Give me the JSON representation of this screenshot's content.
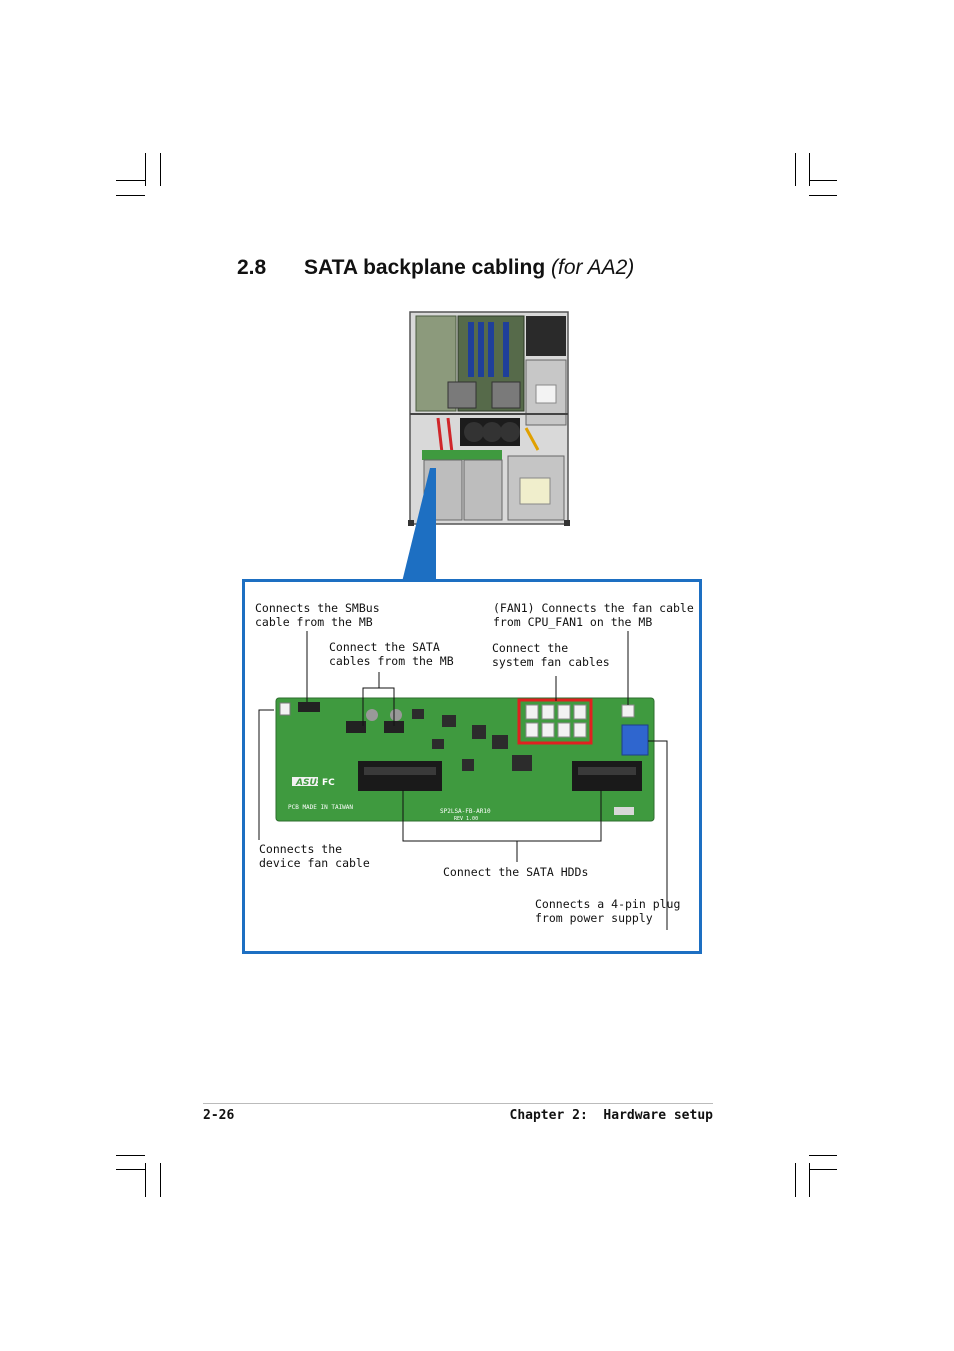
{
  "heading": {
    "number": "2.8",
    "title": "SATA backplane cabling",
    "subtitle": "(for AA2)"
  },
  "callouts": {
    "smbus": "Connects the SMBus\ncable from the MB",
    "sata_cables": "Connect the SATA\ncables from the MB",
    "fan1": "(FAN1) Connects the fan cable\nfrom CPU_FAN1 on the MB",
    "system_fans": "Connect the\nsystem fan cables",
    "device_fan": "Connects the\ndevice fan cable",
    "sata_hdds": "Connect the SATA HDDs",
    "power": "Connects a 4-pin plug\nfrom power supply"
  },
  "board_markings": {
    "brand": "ASUS",
    "cert": "FC",
    "made_in": "PCB MADE IN TAIWAN",
    "model": "SP2LSA-FB-AR10",
    "rev": "REV 1.00"
  },
  "footer": {
    "page_number": "2-26",
    "chapter": "Chapter 2:  Hardware setup"
  },
  "colors": {
    "accent": "#1d6fc2",
    "highlight": "#e02020",
    "pcb": "#3f9a3f"
  }
}
